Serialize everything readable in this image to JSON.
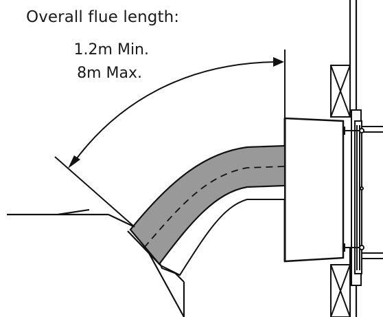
{
  "labels": {
    "title": "Overall flue length:",
    "min": "1.2m Min.",
    "max": "8m Max."
  },
  "colors": {
    "line": "#111111",
    "flue_fill": "#999999",
    "background": "#ffffff"
  }
}
